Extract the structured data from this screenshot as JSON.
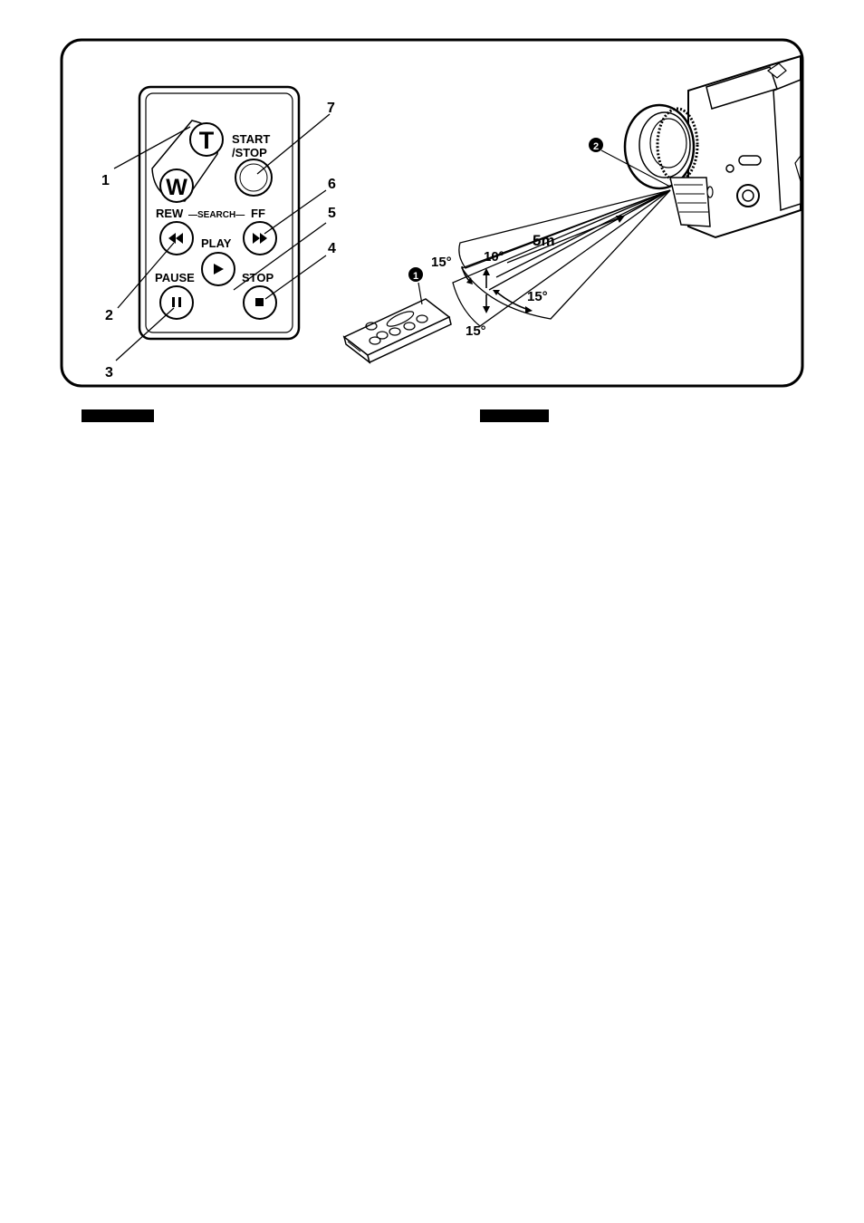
{
  "remote": {
    "labels": {
      "t": "T",
      "w": "W",
      "start": "START",
      "stop_slash": "/STOP",
      "rew": "REW",
      "search": "—SEARCH—",
      "ff": "FF",
      "play": "PLAY",
      "pause": "PAUSE",
      "stop": "STOP"
    },
    "callouts": [
      "1",
      "2",
      "3",
      "4",
      "5",
      "6",
      "7"
    ]
  },
  "range": {
    "distance": "5m",
    "angle_top_left": "15°",
    "angle_top": "10°",
    "angle_right": "15°",
    "angle_bottom": "15°",
    "marker_remote": "1",
    "marker_sensor": "2"
  },
  "sections": {
    "left_heading": "",
    "right_heading": ""
  }
}
